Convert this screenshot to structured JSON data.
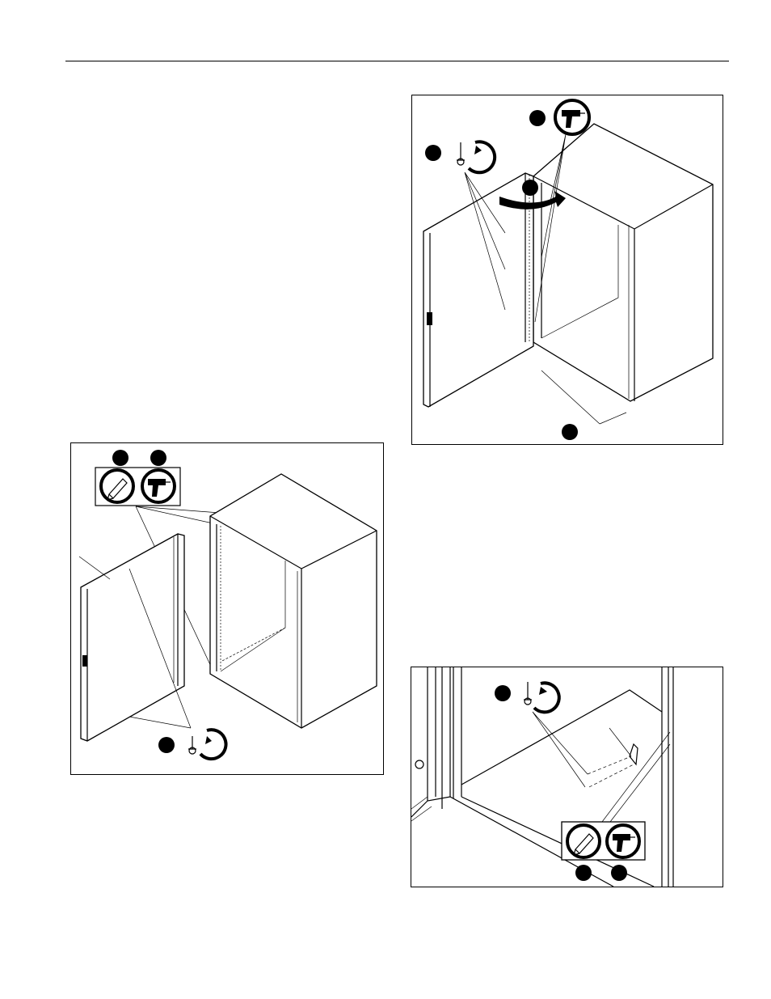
{
  "figures": [
    {
      "id": "door-hinge-mounting",
      "icons": [
        "pencil-icon",
        "drill-icon",
        "screwdriver-rotate-icon"
      ],
      "callout_count": 3
    },
    {
      "id": "door-attach-rotate",
      "icons": [
        "screwdriver-rotate-icon",
        "drill-icon",
        "rotation-arrow-icon"
      ],
      "callout_count": 4
    },
    {
      "id": "shelf-bracket-install",
      "icons": [
        "screwdriver-rotate-icon",
        "pencil-icon",
        "drill-icon"
      ],
      "callout_count": 3
    }
  ],
  "colors": {
    "ink": "#000000",
    "paper": "#ffffff"
  }
}
